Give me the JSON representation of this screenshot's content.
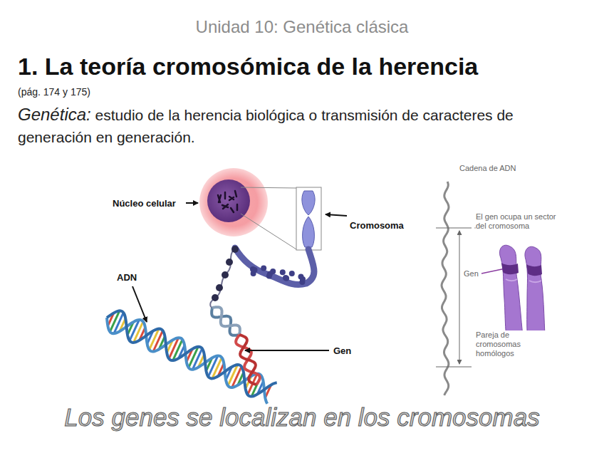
{
  "diagram": {
    "title": "1. La teoría cromosómica de la herencia",
    "caption": "Los genes se localizan en los cromosomas",
    "labels": [
      "Unidad 10: Genética clásica",
      "(pág. 174 y 175)",
      "Genética:",
      "estudio de la herencia biológica o transmisión de caracteres de generación en generación.",
      "Núcleo celular",
      "Cromosoma",
      "ADN",
      "Gen",
      "Cadena de ADN",
      "El gen ocupa un sector del cromosoma",
      "Gen",
      "Pareja de cromosomas homólogos"
    ]
  }
}
